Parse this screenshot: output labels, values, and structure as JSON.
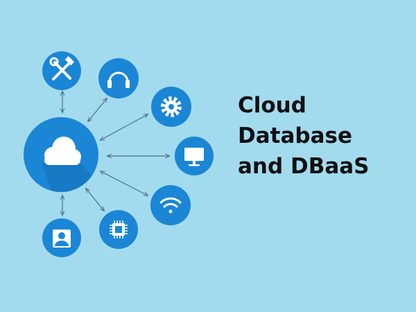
{
  "title": {
    "line1": "Cloud",
    "line2": "Database",
    "line3": "and DBaaS"
  },
  "colors": {
    "background": "#a3dbee",
    "hub": "#1b86d6",
    "node": "#1b86d6",
    "icon": "#ffffff",
    "arrow": "#4d6f86",
    "text": "#111111"
  },
  "hub": {
    "icon": "cloud-icon"
  },
  "nodes": [
    {
      "id": "tools",
      "icon": "hammer-wrench-icon"
    },
    {
      "id": "headphones",
      "icon": "headphones-icon"
    },
    {
      "id": "settings",
      "icon": "gear-icon"
    },
    {
      "id": "monitor",
      "icon": "monitor-icon"
    },
    {
      "id": "wifi",
      "icon": "wifi-icon"
    },
    {
      "id": "chip",
      "icon": "chip-icon"
    },
    {
      "id": "user",
      "icon": "user-icon"
    }
  ]
}
